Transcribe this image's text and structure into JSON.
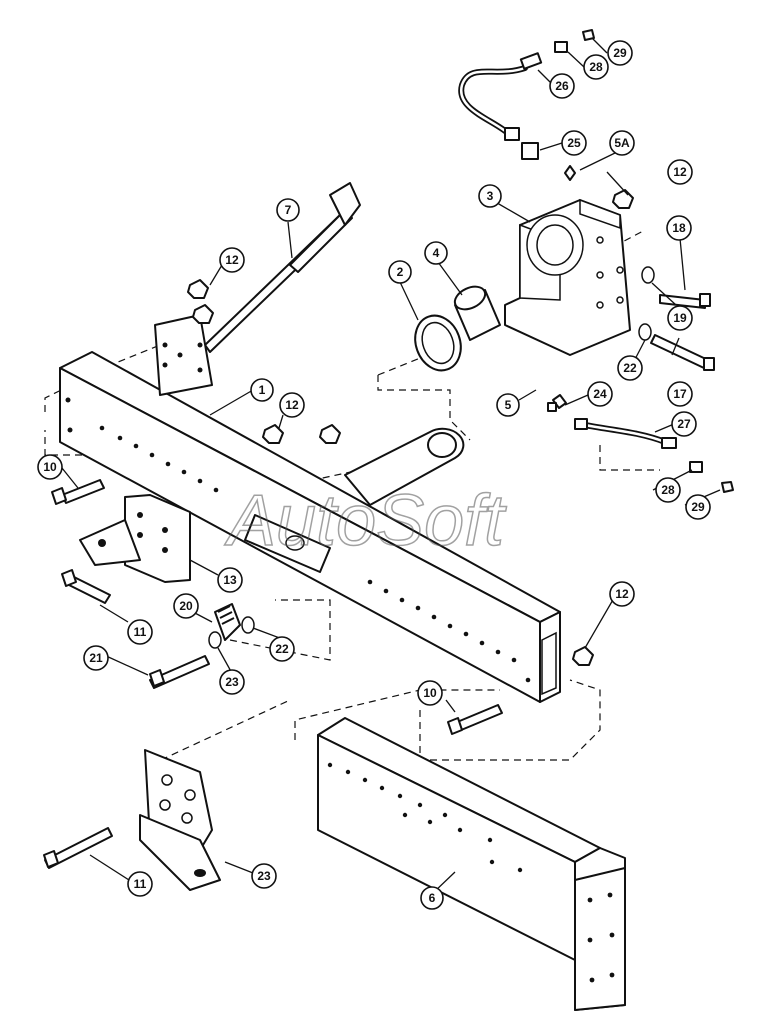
{
  "watermark": "AutoSoft",
  "callouts": [
    {
      "id": "c-1",
      "label": "1"
    },
    {
      "id": "c-2",
      "label": "2"
    },
    {
      "id": "c-3",
      "label": "3"
    },
    {
      "id": "c-4",
      "label": "4"
    },
    {
      "id": "c-5",
      "label": "5"
    },
    {
      "id": "c-5a",
      "label": "5A"
    },
    {
      "id": "c-6",
      "label": "6"
    },
    {
      "id": "c-7",
      "label": "7"
    },
    {
      "id": "c-10a",
      "label": "10"
    },
    {
      "id": "c-10b",
      "label": "10"
    },
    {
      "id": "c-11a",
      "label": "11"
    },
    {
      "id": "c-11b",
      "label": "11"
    },
    {
      "id": "c-12a",
      "label": "12"
    },
    {
      "id": "c-12b",
      "label": "12"
    },
    {
      "id": "c-12c",
      "label": "12"
    },
    {
      "id": "c-12d",
      "label": "12"
    },
    {
      "id": "c-13",
      "label": "13"
    },
    {
      "id": "c-17",
      "label": "17"
    },
    {
      "id": "c-18",
      "label": "18"
    },
    {
      "id": "c-19",
      "label": "19"
    },
    {
      "id": "c-20",
      "label": "20"
    },
    {
      "id": "c-21",
      "label": "21"
    },
    {
      "id": "c-22a",
      "label": "22"
    },
    {
      "id": "c-22b",
      "label": "22"
    },
    {
      "id": "c-23a",
      "label": "23"
    },
    {
      "id": "c-23b",
      "label": "23"
    },
    {
      "id": "c-24",
      "label": "24"
    },
    {
      "id": "c-25",
      "label": "25"
    },
    {
      "id": "c-26",
      "label": "26"
    },
    {
      "id": "c-27",
      "label": "27"
    },
    {
      "id": "c-28a",
      "label": "28"
    },
    {
      "id": "c-28b",
      "label": "28"
    },
    {
      "id": "c-29a",
      "label": "29"
    },
    {
      "id": "c-29b",
      "label": "29"
    }
  ]
}
